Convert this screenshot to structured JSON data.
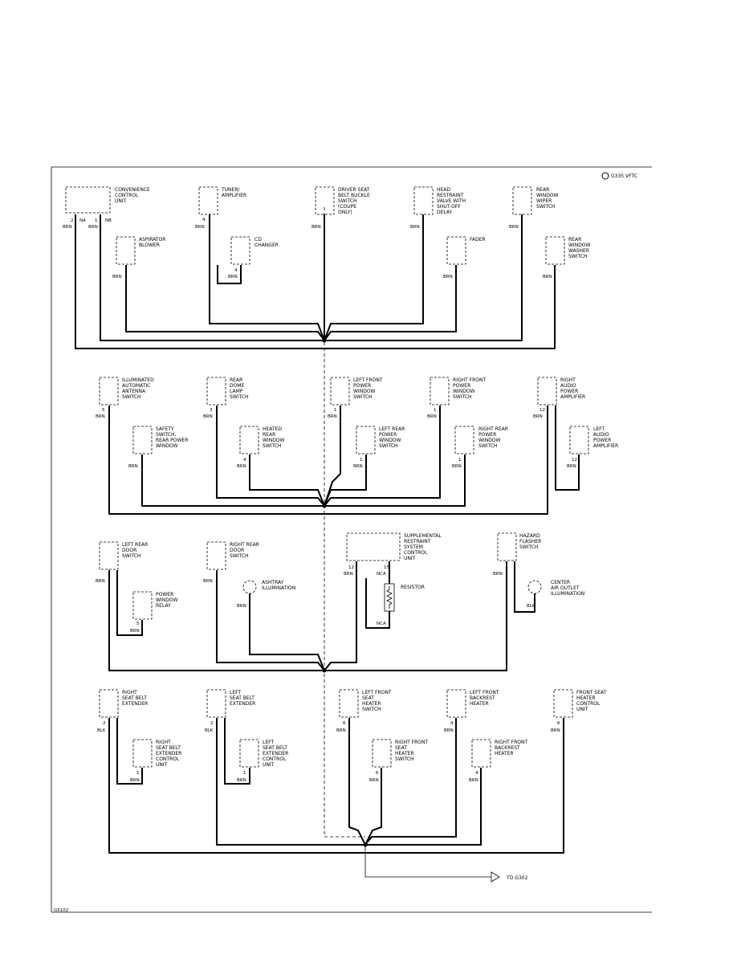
{
  "page": {
    "ground_id": "G335 VFTC",
    "footer": "G5102",
    "to_label": "TO G302"
  },
  "components": [
    {
      "id": "ccu",
      "lines": [
        "CONVENIENCE",
        "CONTROL",
        "UNIT"
      ]
    },
    {
      "id": "tuner",
      "lines": [
        "TUNER/",
        "AMPLIFIER"
      ]
    },
    {
      "id": "dsbbs",
      "lines": [
        "DRIVER SEAT",
        "BELT BUCKLE",
        "SWITCH",
        "(COUPE",
        "ONLY)"
      ]
    },
    {
      "id": "hrv",
      "lines": [
        "HEAD",
        "RESTRAINT",
        "VALVE WITH",
        "SHUT-OFF",
        "DELAY"
      ]
    },
    {
      "id": "rwws",
      "lines": [
        "REAR",
        "WINDOW",
        "WIPER",
        "SWITCH"
      ]
    },
    {
      "id": "asp",
      "lines": [
        "ASPIRATOR",
        "BLOWER"
      ]
    },
    {
      "id": "cdc",
      "lines": [
        "CD",
        "CHANGER"
      ]
    },
    {
      "id": "fader",
      "lines": [
        "FADER"
      ]
    },
    {
      "id": "rwwash",
      "lines": [
        "REAR",
        "WINDOW",
        "WASHER",
        "SWITCH"
      ]
    },
    {
      "id": "iaas",
      "lines": [
        "ILLUMINATED",
        "AUTOMATIC",
        "ANTENNA",
        "SWITCH"
      ]
    },
    {
      "id": "rdls",
      "lines": [
        "REAR",
        "DOME",
        "LAMP",
        "SWITCH"
      ]
    },
    {
      "id": "lfpw",
      "lines": [
        "LEFT FRONT",
        "POWER",
        "WINDOW",
        "SWITCH"
      ]
    },
    {
      "id": "rfpw",
      "lines": [
        "RIGHT FRONT",
        "POWER",
        "WINDOW",
        "SWITCH"
      ]
    },
    {
      "id": "rapa",
      "lines": [
        "RIGHT",
        "AUDIO",
        "POWER",
        "AMPLIFIER"
      ]
    },
    {
      "id": "safety",
      "lines": [
        "SAFETY",
        "SWITCH,",
        "REAR POWER",
        "WINDOW"
      ]
    },
    {
      "id": "hrws",
      "lines": [
        "HEATED",
        "REAR",
        "WINDOW",
        "SWITCH"
      ]
    },
    {
      "id": "lrpw",
      "lines": [
        "LEFT REAR",
        "POWER",
        "WINDOW",
        "SWITCH"
      ]
    },
    {
      "id": "rrpw",
      "lines": [
        "RIGHT REAR",
        "POWER",
        "WINDOW",
        "SWITCH"
      ]
    },
    {
      "id": "lapa",
      "lines": [
        "LEFT",
        "AUDIO",
        "POWER",
        "AMPLIFIER"
      ]
    },
    {
      "id": "lrds",
      "lines": [
        "LEFT REAR",
        "DOOR",
        "SWITCH"
      ]
    },
    {
      "id": "rrds",
      "lines": [
        "RIGHT REAR",
        "DOOR",
        "SWITCH"
      ]
    },
    {
      "id": "srs",
      "lines": [
        "SUPPLEMENTAL",
        "RESTRAINT",
        "SYSTEM",
        "CONTROL",
        "UNIT"
      ]
    },
    {
      "id": "hfs",
      "lines": [
        "HAZARD",
        "FLASHER",
        "SWITCH"
      ]
    },
    {
      "id": "pwr",
      "lines": [
        "POWER",
        "WINDOW",
        "RELAY"
      ]
    },
    {
      "id": "ashtray",
      "lines": [
        "ASHTRAY",
        "ILLUMINATION"
      ]
    },
    {
      "id": "resistor",
      "lines": [
        "RESISTOR"
      ]
    },
    {
      "id": "cao",
      "lines": [
        "CENTER",
        "AIR OUTLET",
        "ILLUMINATION"
      ]
    },
    {
      "id": "rsbe",
      "lines": [
        "RIGHT",
        "SEAT BELT",
        "EXTENDER"
      ]
    },
    {
      "id": "lsbe",
      "lines": [
        "LEFT",
        "SEAT BELT",
        "EXTENDER"
      ]
    },
    {
      "id": "lfsh",
      "lines": [
        "LEFT FRONT",
        "SEAT",
        "HEATER",
        "SWITCH"
      ]
    },
    {
      "id": "lfbh",
      "lines": [
        "LEFT FRONT",
        "BACKREST",
        "HEATER"
      ]
    },
    {
      "id": "fshcu",
      "lines": [
        "FRONT SEAT",
        "HEATER",
        "CONTROL",
        "UNIT"
      ]
    },
    {
      "id": "rsbecu",
      "lines": [
        "RIGHT",
        "SEAT BELT",
        "EXTENDER",
        "CONTROL",
        "UNIT"
      ]
    },
    {
      "id": "lsbecu",
      "lines": [
        "LEFT",
        "SEAT BELT",
        "EXTENDER",
        "CONTROL",
        "UNIT"
      ]
    },
    {
      "id": "rfsh",
      "lines": [
        "RIGHT FRONT",
        "SEAT",
        "HEATER",
        "SWITCH"
      ]
    },
    {
      "id": "rfbh",
      "lines": [
        "RIGHT FRONT",
        "BACKREST",
        "HEATER"
      ]
    }
  ],
  "pins": [
    {
      "id": "ccu_p1",
      "pin": "2",
      "wire": "BRN"
    },
    {
      "id": "ccu_p2",
      "pin": "NA",
      "wire": ""
    },
    {
      "id": "ccu_p3",
      "pin": "1",
      "wire": "BRN"
    },
    {
      "id": "ccu_p4",
      "pin": "NB",
      "wire": ""
    },
    {
      "id": "tuner",
      "pin": "4",
      "wire": "BRN"
    },
    {
      "id": "dsbbs",
      "pin": "",
      "wire": "BRN"
    },
    {
      "id": "hrv",
      "pin": "",
      "wire": "BRN"
    },
    {
      "id": "rwws",
      "pin": "",
      "wire": "BRN"
    },
    {
      "id": "asp",
      "pin": "",
      "wire": "BRN"
    },
    {
      "id": "cdc",
      "pin": "4",
      "wire": "BRN"
    },
    {
      "id": "fader",
      "pin": "",
      "wire": "BRN"
    },
    {
      "id": "rwwash",
      "pin": "",
      "wire": "BRN"
    },
    {
      "id": "iaas",
      "pin": "5",
      "wire": "BRN"
    },
    {
      "id": "rdls",
      "pin": "3",
      "wire": "BRN"
    },
    {
      "id": "lfpw",
      "pin": "1",
      "wire": "BRN"
    },
    {
      "id": "rfpw",
      "pin": "1",
      "wire": "BRN"
    },
    {
      "id": "rapa",
      "pin": "12",
      "wire": "BRN"
    },
    {
      "id": "safety",
      "pin": "",
      "wire": "BRN"
    },
    {
      "id": "hrws",
      "pin": "4",
      "wire": "BRN"
    },
    {
      "id": "lrpw",
      "pin": "1",
      "wire": "BRN"
    },
    {
      "id": "rrpw",
      "pin": "1",
      "wire": "BRN"
    },
    {
      "id": "lapa",
      "pin": "12",
      "wire": "BRN"
    },
    {
      "id": "lrds",
      "pin": "",
      "wire": "BRN"
    },
    {
      "id": "rrds",
      "pin": "",
      "wire": "BRN"
    },
    {
      "id": "srs_p1",
      "pin": "12",
      "wire": "BRN"
    },
    {
      "id": "srs_p2",
      "pin": "15",
      "wire": "NCA"
    },
    {
      "id": "hfs",
      "pin": "",
      "wire": "BRN"
    },
    {
      "id": "pwr",
      "pin": "5",
      "wire": "BRN"
    },
    {
      "id": "ashtray",
      "pin": "",
      "wire": "BRN"
    },
    {
      "id": "resistor",
      "pin": "",
      "wire": "NCA"
    },
    {
      "id": "cao",
      "pin": "",
      "wire": "BLK"
    },
    {
      "id": "rsbe",
      "pin": "2",
      "wire": "BLK"
    },
    {
      "id": "lsbe",
      "pin": "2",
      "wire": "BLK"
    },
    {
      "id": "lfsh",
      "pin": "6",
      "wire": "BRN"
    },
    {
      "id": "lfbh",
      "pin": "4",
      "wire": "BRN"
    },
    {
      "id": "fshcu",
      "pin": "6",
      "wire": "BRN"
    },
    {
      "id": "rsbecu",
      "pin": "1",
      "wire": "BRN"
    },
    {
      "id": "lsbecu",
      "pin": "1",
      "wire": "BRN"
    },
    {
      "id": "rfsh",
      "pin": "6",
      "wire": "BRN"
    },
    {
      "id": "rfbh",
      "pin": "4",
      "wire": "BRN"
    }
  ]
}
